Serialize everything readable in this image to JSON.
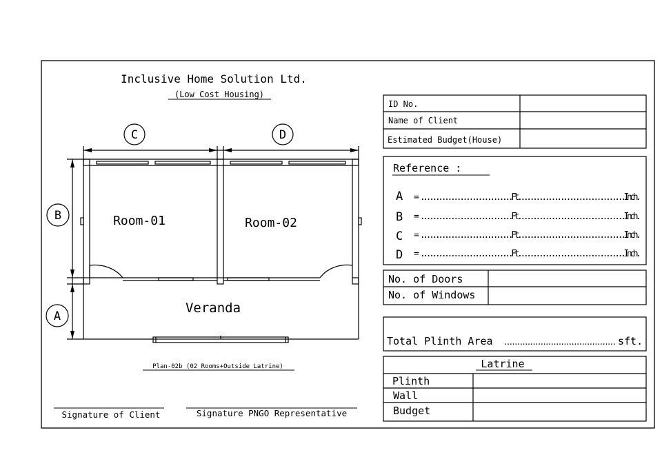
{
  "header": {
    "company": "Inclusive Home Solution Ltd.",
    "subtitle": "(Low Cost Housing)"
  },
  "plan": {
    "dim_labels": {
      "a": "A",
      "b": "B",
      "c": "C",
      "d": "D"
    },
    "rooms": {
      "room1": "Room-01",
      "room2": "Room-02",
      "veranda": "Veranda"
    },
    "caption": "Plan-02b (02 Rooms+Outside Latrine)"
  },
  "signatures": {
    "client": "Signature of Client",
    "representative": "Signature PNGO Representative"
  },
  "info_table": {
    "id_no": "ID No.",
    "client_name": "Name of Client",
    "budget": "Estimated Budget(House)"
  },
  "reference": {
    "title": "Reference :",
    "rows": [
      {
        "letter": "A",
        "text": "= ..............................Ft...................................Inch."
      },
      {
        "letter": "B",
        "text": "= ..............................Ft...................................Inch."
      },
      {
        "letter": "C",
        "text": "= ..............................Ft...................................Inch."
      },
      {
        "letter": "D",
        "text": "= ..............................Ft...................................Inch."
      }
    ]
  },
  "openings": {
    "doors": "No. of Doors",
    "windows": "No. of Windows"
  },
  "plinth": {
    "label": "Total Plinth Area",
    "dots": "...........................................",
    "unit": "sft."
  },
  "latrine": {
    "title": "Latrine",
    "rows": [
      "Plinth",
      "Wall",
      "Budget"
    ]
  }
}
